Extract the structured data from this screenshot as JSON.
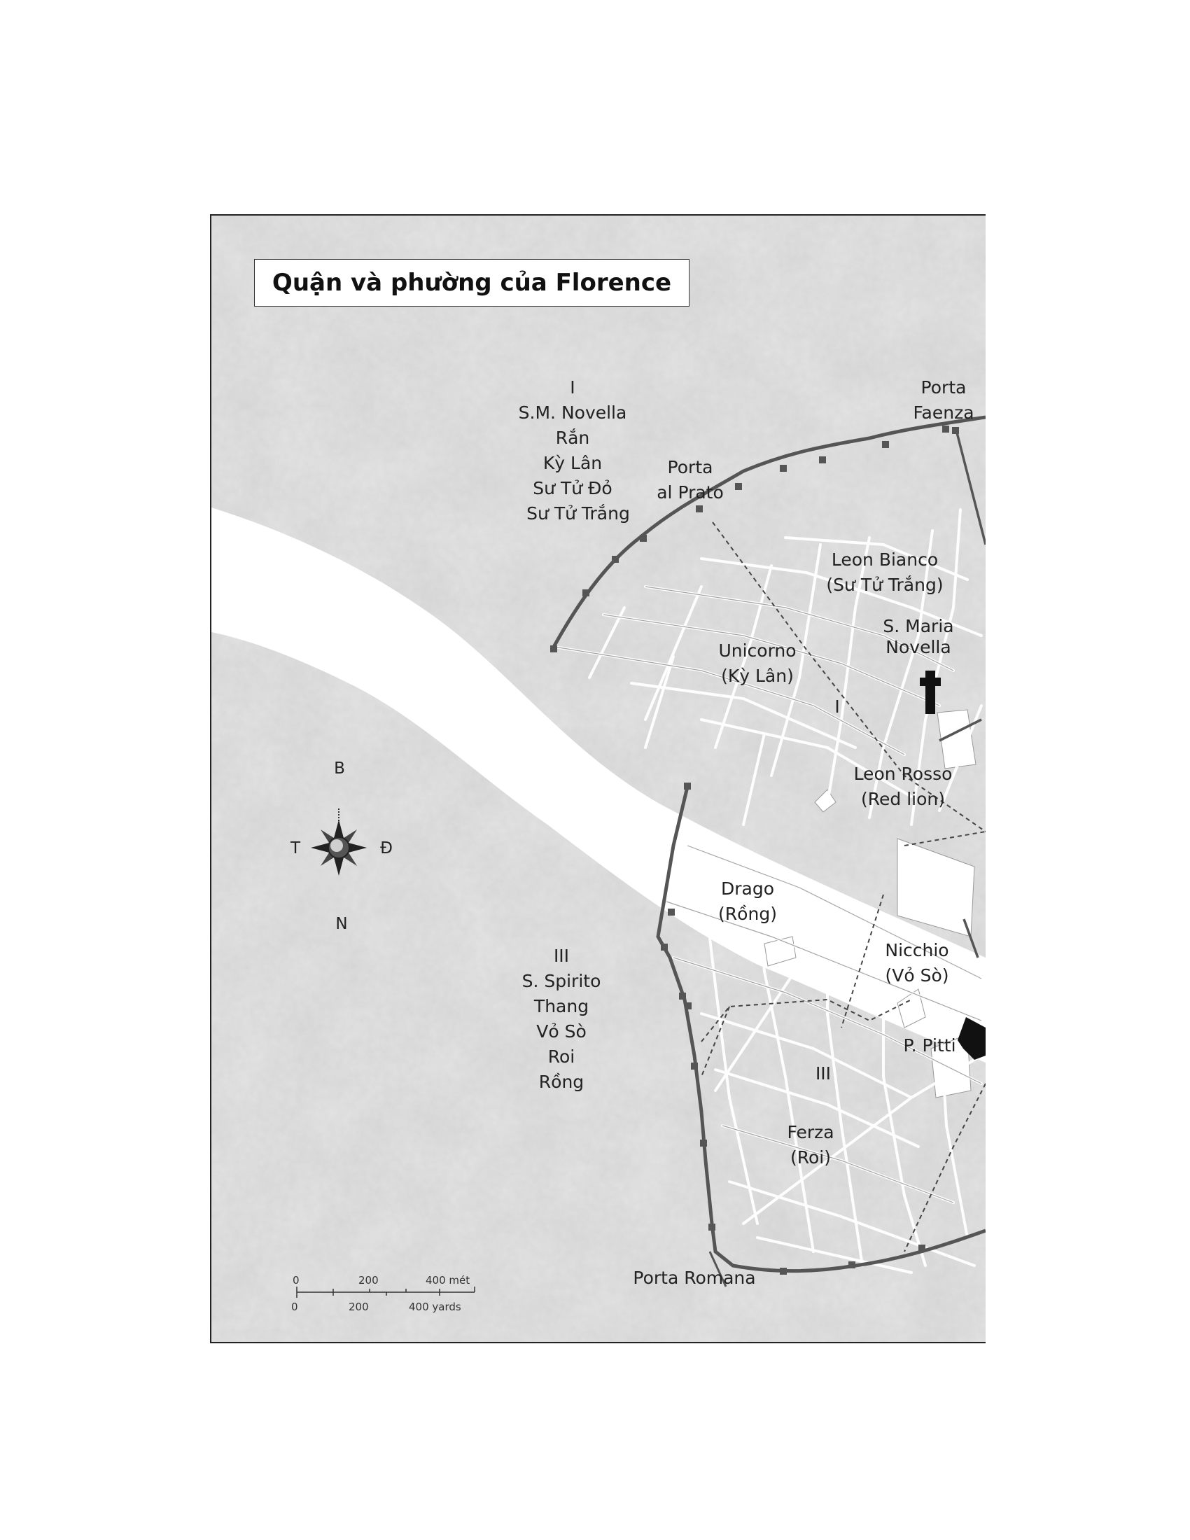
{
  "title": "Quận và phường của Florence",
  "north_quarter": {
    "number": "I",
    "lines": [
      "S.M. Novella",
      "Rắn",
      "Kỳ Lân",
      "Sư Tử Đỏ",
      "Sư Tử Trắng"
    ]
  },
  "south_quarter": {
    "number": "III",
    "lines": [
      "S. Spirito",
      "Thang",
      "Vỏ Sò",
      "Roi",
      "Rồng"
    ]
  },
  "gates": {
    "porta_faenza": [
      "Porta",
      "Faenza"
    ],
    "porta_al_prato": [
      "Porta",
      "al Prato"
    ],
    "porta_romana": [
      "Porta Romana"
    ]
  },
  "wards": {
    "leon_bianco": [
      "Leon Bianco",
      "(Sư Tử Trắng)"
    ],
    "unicorno": [
      "Unicorno",
      "(Kỳ Lân)"
    ],
    "leon_rosso": [
      "Leon Rosso",
      "(Red lion)"
    ],
    "drago": [
      "Drago",
      "(Rồng)"
    ],
    "nicchio": [
      "Nicchio",
      "(Vỏ Sò)"
    ],
    "ferza": [
      "Ferza",
      "(Roi)"
    ]
  },
  "landmarks": {
    "s_maria_novella": [
      "S. Maria",
      "Novella"
    ],
    "palazzo_pitti": "P. Pitti"
  },
  "district_marks": {
    "north": "I",
    "south": "III"
  },
  "compass": {
    "north": "B",
    "south": "N",
    "west": "T",
    "east": "Đ"
  },
  "scale": {
    "metric": [
      "0",
      "200",
      "400 mét"
    ],
    "imperial": [
      "0",
      "200",
      "400 yards"
    ]
  }
}
